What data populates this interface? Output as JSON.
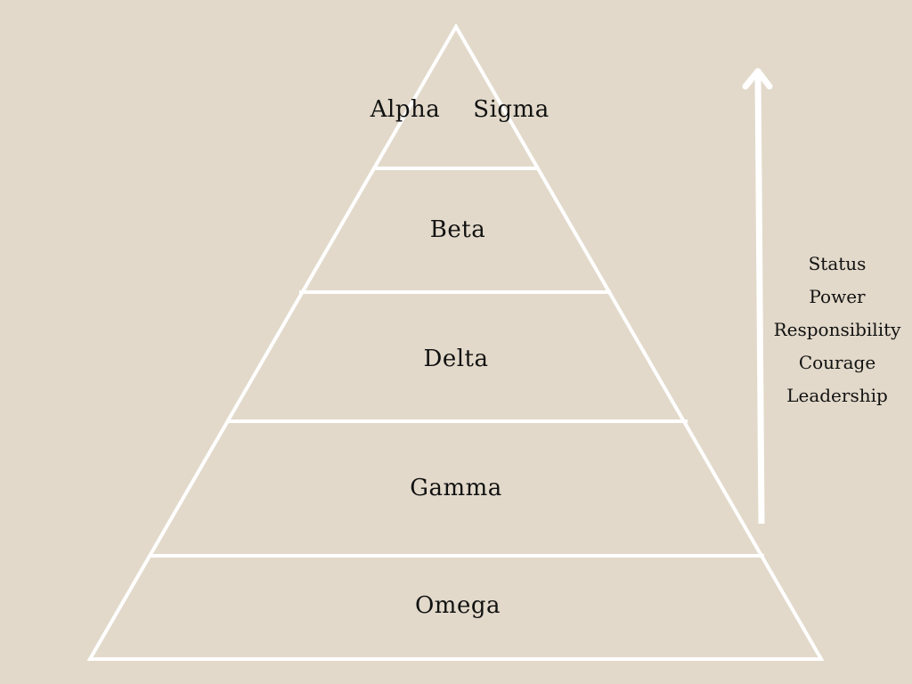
{
  "colors": {
    "background": "#e2d9ca",
    "line": "#ffffff",
    "text": "#111111"
  },
  "pyramid": {
    "tiers": [
      {
        "labels": [
          "Alpha",
          "Sigma"
        ]
      },
      {
        "labels": [
          "Beta"
        ]
      },
      {
        "labels": [
          "Delta"
        ]
      },
      {
        "labels": [
          "Gamma"
        ]
      },
      {
        "labels": [
          "Omega"
        ]
      }
    ]
  },
  "arrow": {
    "direction": "up",
    "attributes": [
      "Status",
      "Power",
      "Responsibility",
      "Courage",
      "Leadership"
    ]
  }
}
